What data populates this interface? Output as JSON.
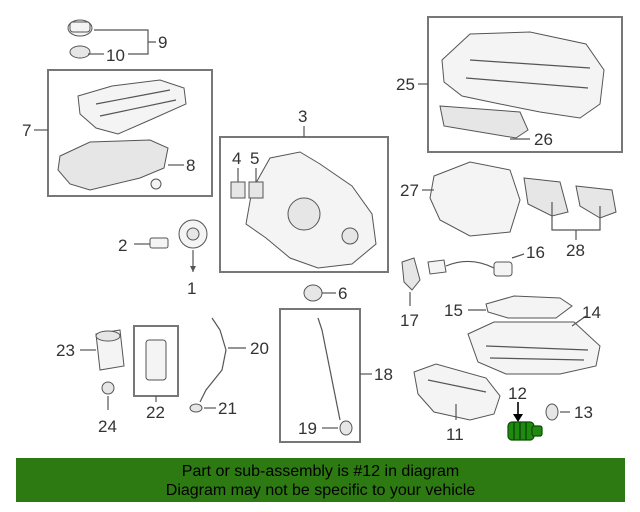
{
  "callouts": {
    "c1": "1",
    "c2": "2",
    "c3": "3",
    "c4": "4",
    "c5": "5",
    "c6": "6",
    "c7": "7",
    "c8": "8",
    "c9": "9",
    "c10": "10",
    "c11": "11",
    "c12": "12",
    "c13": "13",
    "c14": "14",
    "c15": "15",
    "c16": "16",
    "c17": "17",
    "c18": "18",
    "c19": "19",
    "c20": "20",
    "c21": "21",
    "c22": "22",
    "c23": "23",
    "c24": "24",
    "c25": "25",
    "c26": "26",
    "c27": "27",
    "c28": "28"
  },
  "banner": {
    "line1": "Part or sub-assembly is #12 in diagram",
    "line2": "Diagram may not be specific to your vehicle"
  },
  "colors": {
    "highlight_part": "#1f8a0f",
    "banner_bg": "#2d7a12"
  }
}
